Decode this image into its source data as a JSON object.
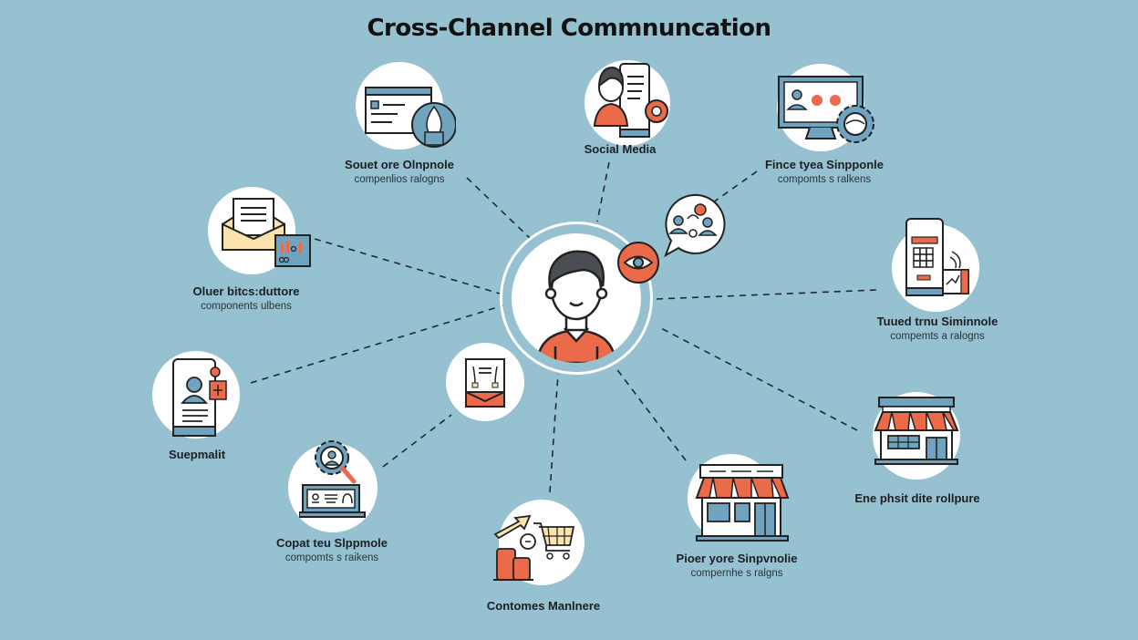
{
  "title": "Cross-Channel Commnuncation",
  "colors": {
    "background": "#95c1d1",
    "accent_orange": "#ea6a49",
    "icon_blue": "#6fa3bf",
    "outline": "#2a2f35",
    "cream": "#fbe3ad",
    "white": "#ffffff"
  },
  "center": {
    "name": "customer",
    "icon": "person-icon",
    "badge_icon": "eye-icon",
    "bubble_icon": "team-chat-icon"
  },
  "nodes": [
    {
      "id": "web",
      "icon": "browser-window-icon",
      "title": "Souet ore Olnpnole",
      "subtitle": "compenlios ralogns"
    },
    {
      "id": "social",
      "icon": "social-media-icon",
      "title": "Social Media",
      "subtitle": ""
    },
    {
      "id": "desktop",
      "icon": "monitor-gear-icon",
      "title": "Fince tyea Sinpponle",
      "subtitle": "compomts s ralkens"
    },
    {
      "id": "email",
      "icon": "email-envelope-icon",
      "title": "Oluer bitcs:duttore",
      "subtitle": "components ulbens"
    },
    {
      "id": "mobile-pay",
      "icon": "mobile-payment-icon",
      "title": "Tuued trnu Siminnole",
      "subtitle": "compemts a ralogns"
    },
    {
      "id": "mobile-app",
      "icon": "mobile-profile-icon",
      "title": "Suepmalit",
      "subtitle": ""
    },
    {
      "id": "mail",
      "icon": "mail-envelope-icon",
      "title": "",
      "subtitle": ""
    },
    {
      "id": "support",
      "icon": "laptop-search-gear-icon",
      "title": "Copat teu Slppmole",
      "subtitle": "compomts s raikens"
    },
    {
      "id": "commerce",
      "icon": "shopping-cart-growth-icon",
      "title": "Contomes Manlnere",
      "subtitle": ""
    },
    {
      "id": "store",
      "icon": "storefront-icon",
      "title": "Pioer yore Sinpvnolie",
      "subtitle": "compernhe s ralgns"
    },
    {
      "id": "physical",
      "icon": "shop-building-icon",
      "title": "Ene phsit dite rollpure",
      "subtitle": ""
    }
  ]
}
